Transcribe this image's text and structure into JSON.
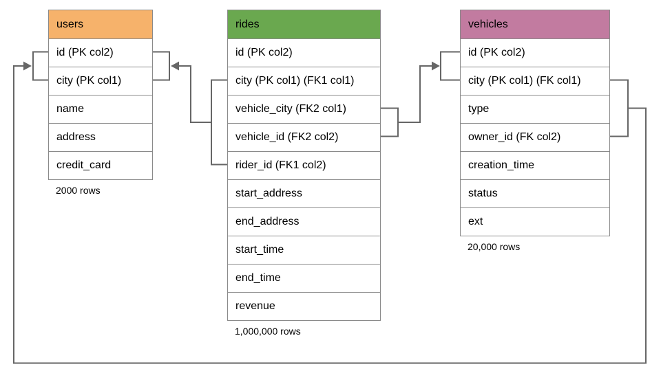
{
  "diagram": {
    "tables": [
      {
        "id": "users",
        "name": "users",
        "header_color": "#F6B26B",
        "fields": [
          "id (PK col2)",
          "city (PK col1)",
          "name",
          "address",
          "credit_card"
        ],
        "row_count_caption": "2000 rows"
      },
      {
        "id": "rides",
        "name": "rides",
        "header_color": "#6AA84F",
        "fields": [
          "id (PK col2)",
          "city (PK col1) (FK1 col1)",
          "vehicle_city (FK2 col1)",
          "vehicle_id (FK2 col2)",
          "rider_id (FK1 col2)",
          "start_address",
          "end_address",
          "start_time",
          "end_time",
          "revenue"
        ],
        "row_count_caption": "1,000,000 rows"
      },
      {
        "id": "vehicles",
        "name": "vehicles",
        "header_color": "#C27BA0",
        "fields": [
          "id (PK col2)",
          "city (PK col1) (FK col1)",
          "type",
          "owner_id (FK col2)",
          "creation_time",
          "status",
          "ext"
        ],
        "row_count_caption": "20,000 rows"
      }
    ],
    "connectors": [
      {
        "id": "fk-rides-to-users",
        "from": "rides",
        "to": "users"
      },
      {
        "id": "fk-rides-to-vehicles",
        "from": "rides",
        "to": "vehicles"
      },
      {
        "id": "fk-vehicles-to-users",
        "from": "vehicles",
        "to": "users"
      }
    ],
    "colors": {
      "connector": "#666666",
      "cell_border": "#8a8a8a",
      "text": "#000000",
      "background": "#ffffff"
    }
  }
}
